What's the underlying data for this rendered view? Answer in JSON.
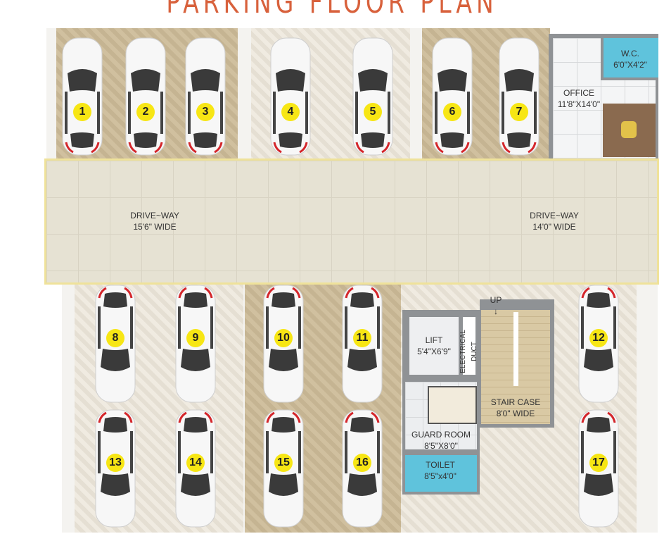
{
  "title": "PARKING FLOOR PLAN",
  "colors": {
    "title": "#d8613c",
    "slot_badge": "#f7e614",
    "water_rooms": "#5fc3dc"
  },
  "driveway": [
    {
      "name": "DRIVE~WAY",
      "width": "15'6\" WIDE"
    },
    {
      "name": "DRIVE~WAY",
      "width": "14'0\" WIDE"
    }
  ],
  "rooms": {
    "office": {
      "name": "OFFICE",
      "size": "11'8\"X14'0\""
    },
    "wc": {
      "name": "W.C.",
      "size": "6'0\"X4'2\""
    },
    "lift": {
      "name": "LIFT",
      "size": "5'4\"X6'9\""
    },
    "duct": {
      "name": "ELECTRICAL DUCT"
    },
    "stair": {
      "name": "STAIR CASE",
      "size": "8'0\" WIDE",
      "up": "UP"
    },
    "guard": {
      "name": "GUARD ROOM",
      "size": "8'5\"X8'0\""
    },
    "toilet": {
      "name": "TOILET",
      "size": "8'5\"x4'0\""
    }
  },
  "parking_slots": [
    "1",
    "2",
    "3",
    "4",
    "5",
    "6",
    "7",
    "8",
    "9",
    "10",
    "11",
    "12",
    "13",
    "14",
    "15",
    "16",
    "17"
  ]
}
